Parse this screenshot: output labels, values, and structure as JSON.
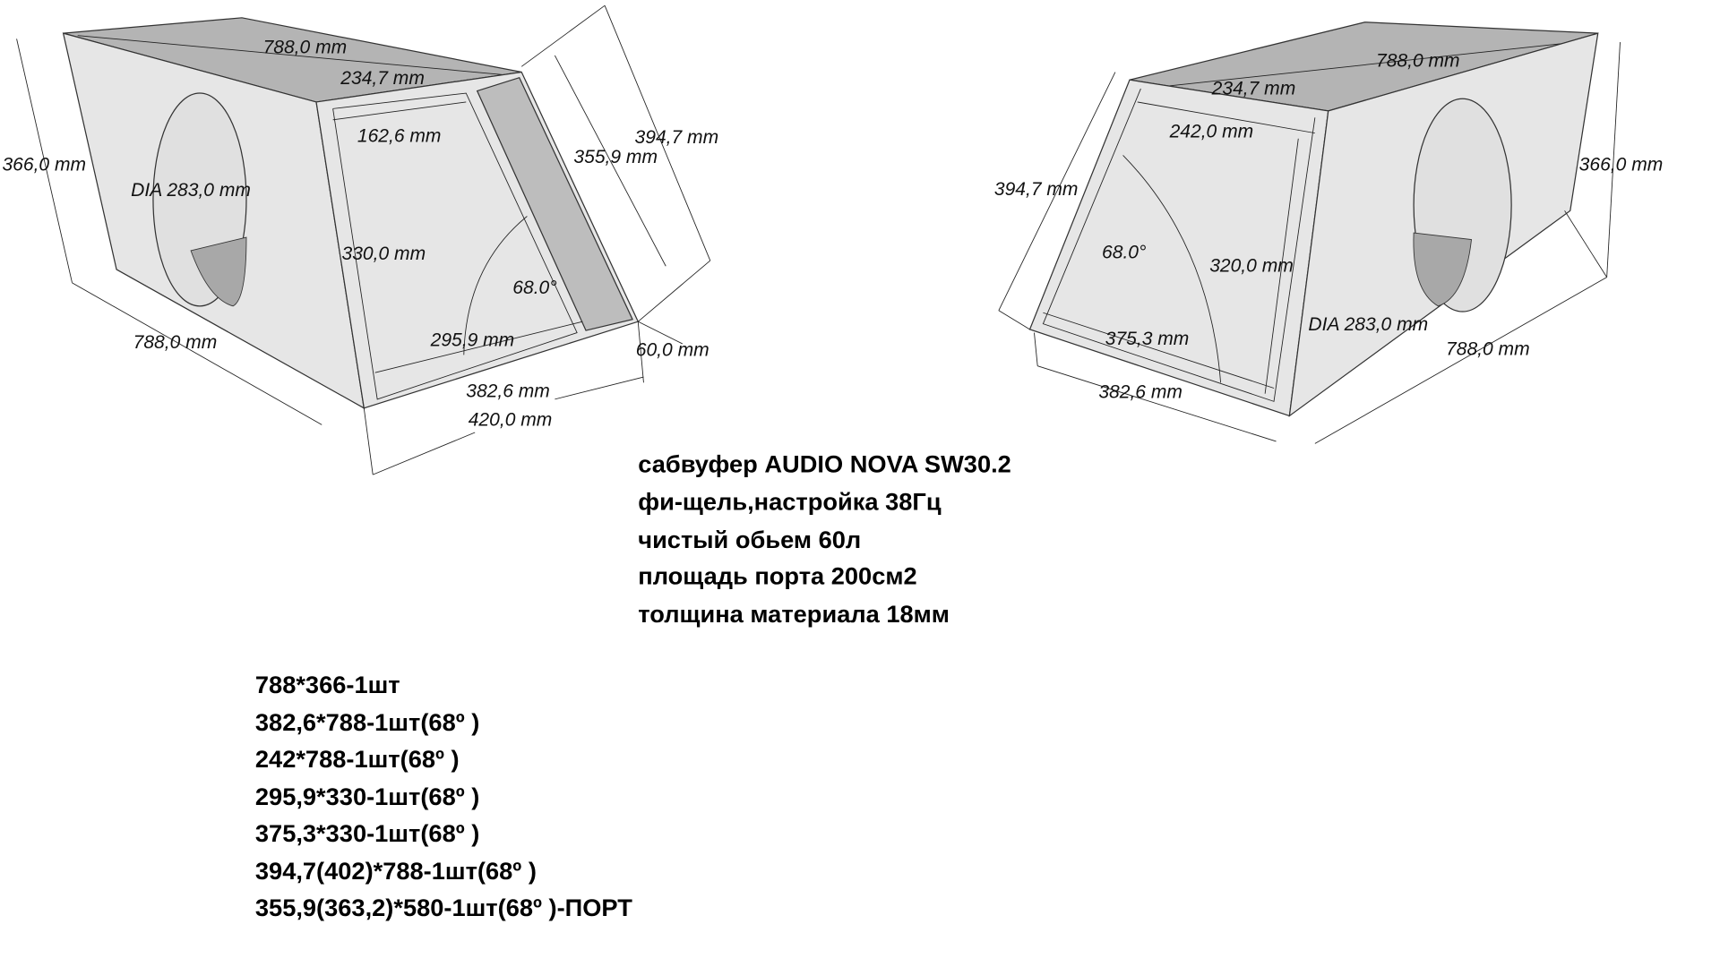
{
  "left_view": {
    "dims": {
      "top_length": "788,0 mm",
      "top_width": "234,7 mm",
      "inner_top": "162,6 mm",
      "height": "366,0 mm",
      "driver_dia": "DIA 283,0 mm",
      "inner_height": "330,0 mm",
      "angle": "68.0°",
      "inner_bottom": "295,9 mm",
      "bottom_length": "788,0 mm",
      "slant_outer": "394,7 mm",
      "slant_port": "355,9 mm",
      "port_width": "60,0 mm",
      "bottom_inner": "382,6 mm",
      "bottom_outer": "420,0 mm"
    }
  },
  "right_view": {
    "dims": {
      "top_length": "788,0 mm",
      "top_width": "234,7 mm",
      "inner_top": "242,0 mm",
      "height": "366,0 mm",
      "slant": "394,7 mm",
      "angle": "68.0°",
      "inner_height": "320,0 mm",
      "inner_bottom": "375,3 mm",
      "driver_dia": "DIA 283,0 mm",
      "bottom_length": "788,0 mm",
      "bottom": "382,6 mm"
    }
  },
  "specs": [
    "сабвуфер AUDIO NOVA SW30.2",
    "фи-щель,настройка 38Гц",
    "чистый обьем 60л",
    "площадь порта 200см2",
    "толщина материала 18мм"
  ],
  "cut_list": [
    "788*366-1шт",
    "382,6*788-1шт(68º  )",
    "242*788-1шт(68º  )",
    "295,9*330-1шт(68º  )",
    "375,3*330-1шт(68º  )",
    "394,7(402)*788-1шт(68º  )",
    "355,9(363,2)*580-1шт(68º  )-ПОРТ"
  ],
  "colors": {
    "face": "#e6e6e6",
    "top": "#b4b4b4",
    "shadow": "#a8a8a8"
  }
}
